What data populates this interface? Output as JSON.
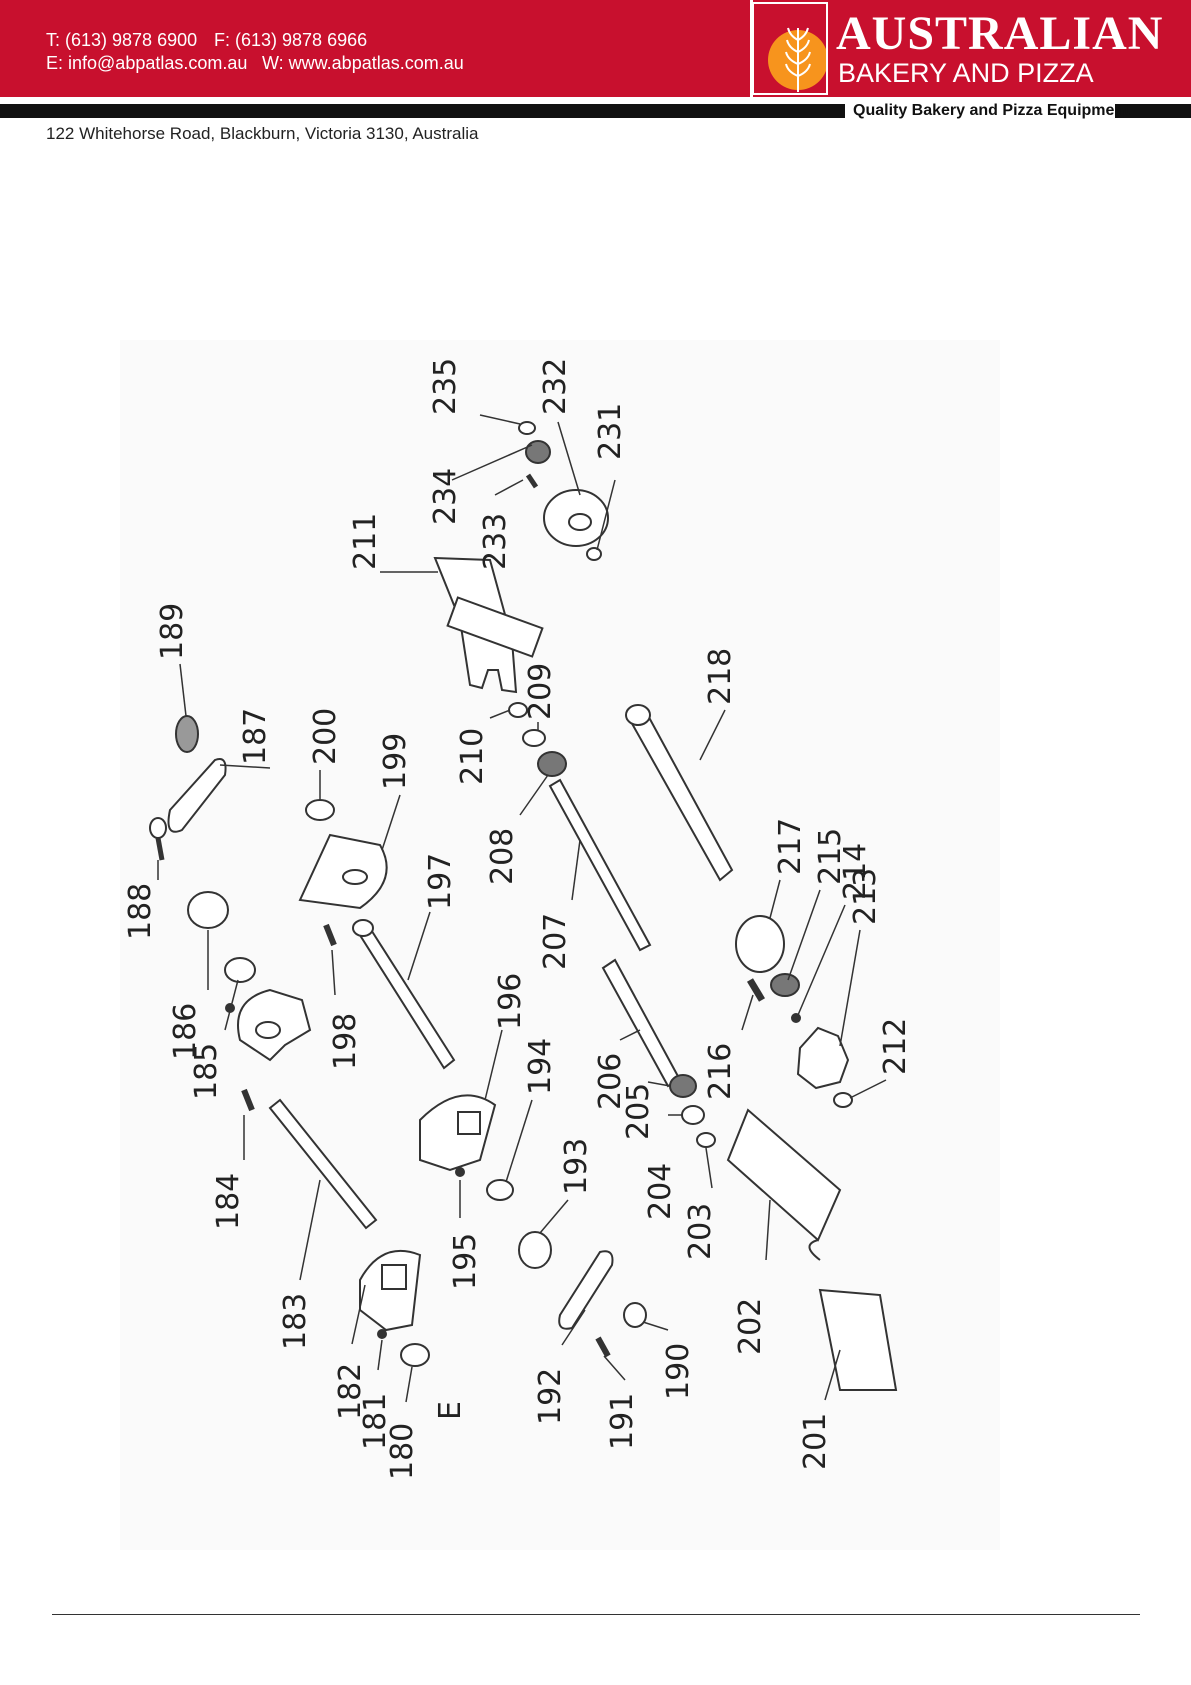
{
  "header": {
    "phone": "T: (613) 9878 6900",
    "fax": "F: (613) 9878 6966",
    "email": "E: info@abpatlas.com.au",
    "web": "W: www.abpatlas.com.au",
    "address": "122 Whitehorse Road, Blackburn, Victoria  3130, Australia"
  },
  "brand": {
    "name_line1": "AUSTRALIAN",
    "name_line2": "BAKERY AND PIZZA",
    "tagline": "Quality Bakery and Pizza Equipment",
    "logo_icon": "wheat-sun-icon"
  },
  "colors": {
    "header_red": "#c8102e",
    "logo_orange": "#f7941d",
    "rule_black": "#111111"
  },
  "diagram": {
    "part_labels": [
      "235",
      "234",
      "233",
      "232",
      "231",
      "211",
      "189",
      "187",
      "188",
      "200",
      "199",
      "210",
      "209",
      "208",
      "218",
      "207",
      "186",
      "185",
      "198",
      "197",
      "217",
      "215",
      "214",
      "213",
      "216",
      "212",
      "206",
      "184",
      "196",
      "205",
      "204",
      "194",
      "203",
      "193",
      "195",
      "183",
      "182",
      "181",
      "180",
      "E",
      "192",
      "191",
      "190",
      "202",
      "201"
    ]
  }
}
